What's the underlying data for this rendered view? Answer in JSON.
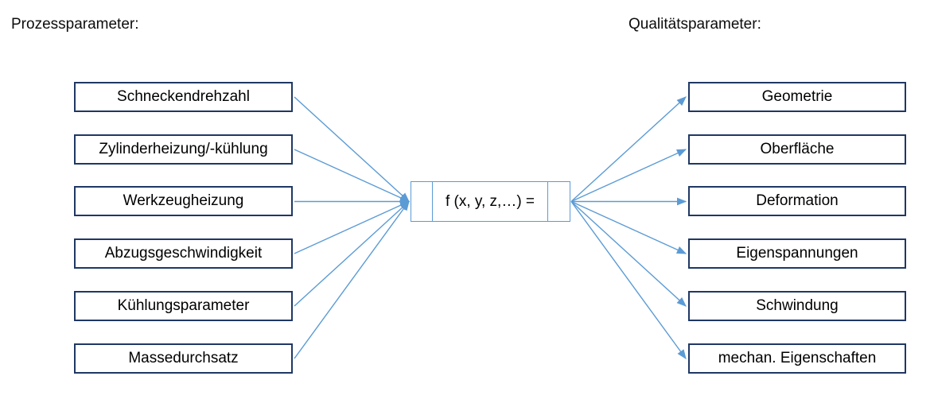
{
  "headers": {
    "left": "Prozessparameter:",
    "right": "Qualitätsparameter:"
  },
  "process_parameters": [
    "Schneckendrehzahl",
    "Zylinderheizung/-kühlung",
    "Werkzeugheizung",
    "Abzugsgeschwindigkeit",
    "Kühlungsparameter",
    "Massedurchsatz"
  ],
  "quality_parameters": [
    "Geometrie",
    "Oberfläche",
    "Deformation",
    "Eigenspannungen",
    "Schwindung",
    "mechan. Eigenschaften"
  ],
  "function_box": {
    "label": "f (x, y, z,…) ="
  },
  "colors": {
    "box_border": "#1f3864",
    "function_box_border": "#5b9bd5",
    "arrow": "#5b9bd5",
    "text": "#000000",
    "background": "#ffffff"
  }
}
